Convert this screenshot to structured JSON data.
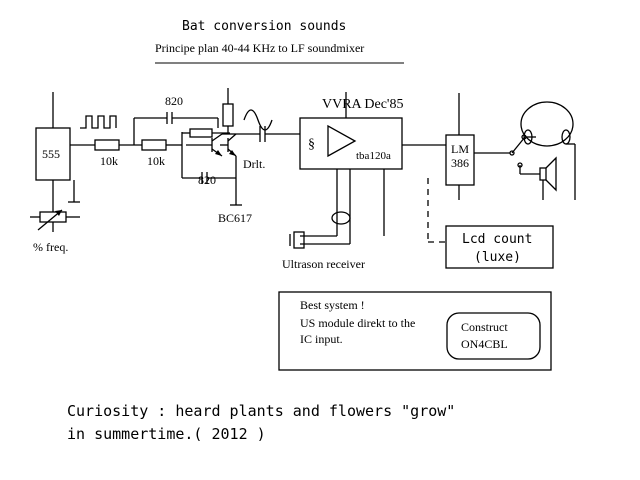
{
  "title": "Bat conversion sounds",
  "subtitle": "Principe plan  40-44  KHz to LF soundmixer",
  "components": {
    "ic_555": "555",
    "freq_pot": "% freq.",
    "r1": "10k",
    "r2": "10k",
    "cap_top": "820",
    "cap_bottom": "820",
    "transistor": "BC617",
    "driver": "Drlt.",
    "vvra": "VVRA  Dec'85",
    "opamp_symbol": "§",
    "tba": "tba120a",
    "lm_line1": "LM",
    "lm_line2": "386",
    "receiver": "Ultrason receiver"
  },
  "lcd": {
    "line1": "Lcd count",
    "line2": "(luxe)"
  },
  "note": {
    "line1": "Best system !",
    "line2": "US module direkt to the",
    "line3": "IC input.",
    "construct_line1": "Construct",
    "construct_line2": "ON4CBL"
  },
  "caption": {
    "line1": "Curiosity : heard plants and flowers \"grow\"",
    "line2": "in summertime.( 2012 )"
  }
}
